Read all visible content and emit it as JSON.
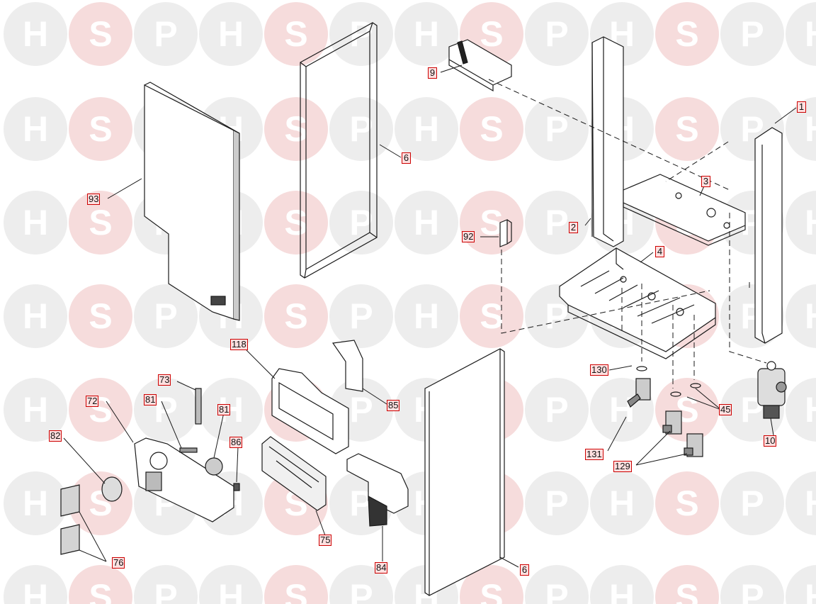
{
  "watermark": {
    "letters": [
      "H",
      "S",
      "P"
    ],
    "circle_color": "#ededed",
    "letter_color": "#ffffff",
    "accent_circle_color": "#f6dcdc"
  },
  "callout_style": {
    "border": "#cc0000",
    "fill": "#ffe0e0"
  },
  "callouts": {
    "c1": "1",
    "c2": "2",
    "c3": "3",
    "c4": "4",
    "c6a": "6",
    "c6b": "6",
    "c9": "9",
    "c10": "10",
    "c45": "45",
    "c72": "72",
    "c73": "73",
    "c75": "75",
    "c76": "76",
    "c81a": "81",
    "c81b": "81",
    "c82": "82",
    "c84": "84",
    "c85": "85",
    "c86": "86",
    "c92": "92",
    "c93": "93",
    "c118": "118",
    "c129": "129",
    "c130": "130",
    "c131": "131"
  }
}
